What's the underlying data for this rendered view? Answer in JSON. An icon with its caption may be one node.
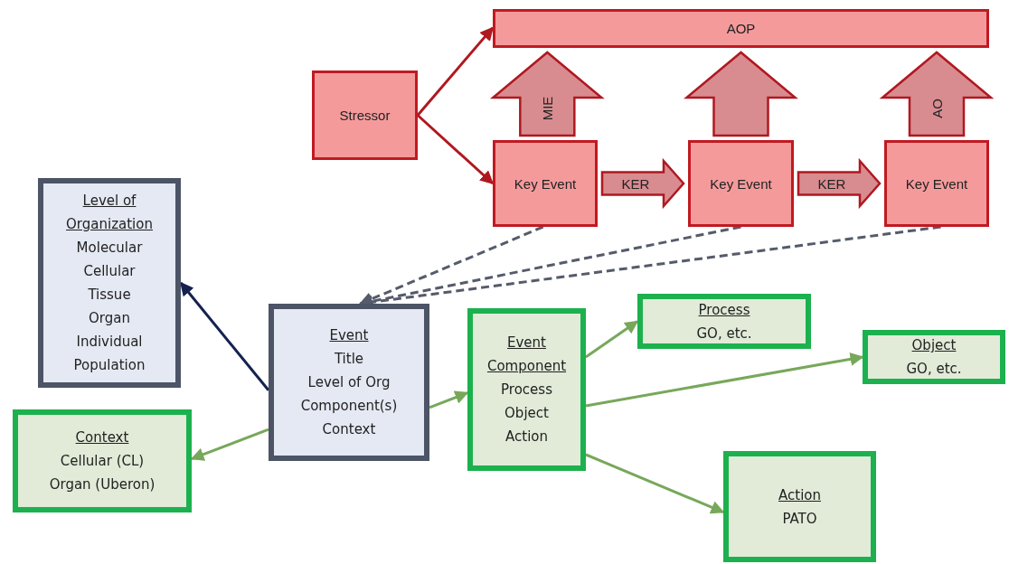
{
  "diagram": {
    "nodes": [
      {
        "text": [
          "AOP"
        ]
      },
      {
        "text": [
          "Stressor"
        ]
      },
      {
        "text": [
          "Key Event"
        ]
      },
      {
        "text": [
          "Key Event"
        ]
      },
      {
        "text": [
          "Key Event"
        ]
      },
      {
        "text": [
          "Level of Organization",
          "Molecular",
          "Cellular",
          "Tissue",
          "Organ",
          "Individual",
          "Population"
        ]
      },
      {
        "text": [
          "Event",
          "Title",
          "Level of Org",
          "Component(s)",
          "Context"
        ]
      },
      {
        "text": [
          "Context",
          "Cellular (CL)",
          "Organ (Uberon)"
        ]
      },
      {
        "text": [
          "Event Component",
          "Process",
          "Object",
          "Action"
        ]
      },
      {
        "text": [
          "Process",
          "GO, etc."
        ]
      },
      {
        "text": [
          "Object",
          "GO, etc."
        ]
      },
      {
        "text": [
          "Action",
          "PATO"
        ]
      }
    ],
    "edges": [
      {
        "from": 1,
        "to": 0,
        "arrow": "to",
        "color": "#b01820"
      },
      {
        "from": 1,
        "to": 2,
        "arrow": "to",
        "color": "#b01820"
      },
      {
        "from": 2,
        "to": 0,
        "arrow": "to",
        "label": "MIE",
        "style": "thick",
        "color": "#b01820"
      },
      {
        "from": 3,
        "to": 0,
        "arrow": "to",
        "style": "thick",
        "color": "#b01820"
      },
      {
        "from": 4,
        "to": 0,
        "arrow": "to",
        "label": "AO",
        "style": "thick",
        "color": "#b01820"
      },
      {
        "from": 2,
        "to": 3,
        "arrow": "to",
        "label": "KER",
        "style": "thick",
        "color": "#b01820"
      },
      {
        "from": 3,
        "to": 4,
        "arrow": "to",
        "label": "KER",
        "style": "thick",
        "color": "#b01820"
      },
      {
        "from": 2,
        "to": 6,
        "arrow": "to",
        "style": "dashed",
        "color": "#555b6b"
      },
      {
        "from": 3,
        "to": 6,
        "arrow": "to",
        "style": "dashed",
        "color": "#555b6b"
      },
      {
        "from": 4,
        "to": 6,
        "arrow": "to",
        "style": "dashed",
        "color": "#555b6b"
      },
      {
        "from": 6,
        "to": 5,
        "arrow": "to",
        "color": "#15224f"
      },
      {
        "from": 6,
        "to": 8,
        "arrow": "to"
      },
      {
        "from": 6,
        "to": 7,
        "arrow": "to"
      },
      {
        "from": 8,
        "to": 9,
        "arrow": "to"
      },
      {
        "from": 8,
        "to": 10,
        "arrow": "to"
      },
      {
        "from": 8,
        "to": 11,
        "arrow": "to"
      }
    ]
  }
}
